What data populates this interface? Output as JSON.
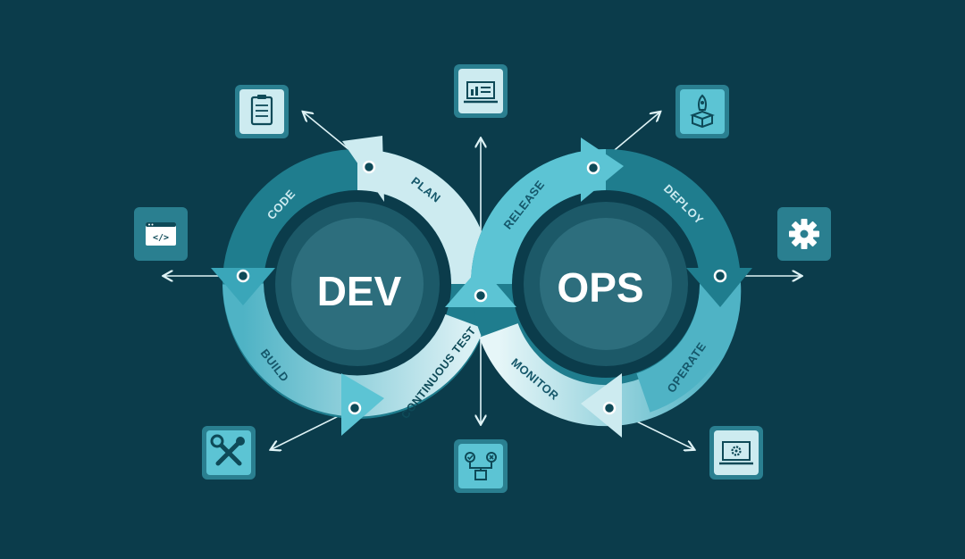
{
  "center_labels": {
    "left": "DEV",
    "right": "OPS"
  },
  "stages": {
    "code": "CODE",
    "plan": "PLAN",
    "build": "BUILD",
    "continuous_test": "CONTINUOUS TEST",
    "release": "RELEASE",
    "deploy": "DEPLOY",
    "operate": "OPERATE",
    "monitor": "MONITOR"
  },
  "icons": [
    "clipboard-icon",
    "dashboard-laptop-icon",
    "rocket-box-icon",
    "code-window-icon",
    "gear-icon",
    "tools-icon",
    "workflow-icon",
    "laptop-gear-icon"
  ],
  "colors": {
    "background": "#0b3c4b",
    "dark_teal": "#1f7d8e",
    "mid_teal": "#3aa6b9",
    "light_teal": "#cdebf0",
    "hub": "#2d6e7d"
  }
}
